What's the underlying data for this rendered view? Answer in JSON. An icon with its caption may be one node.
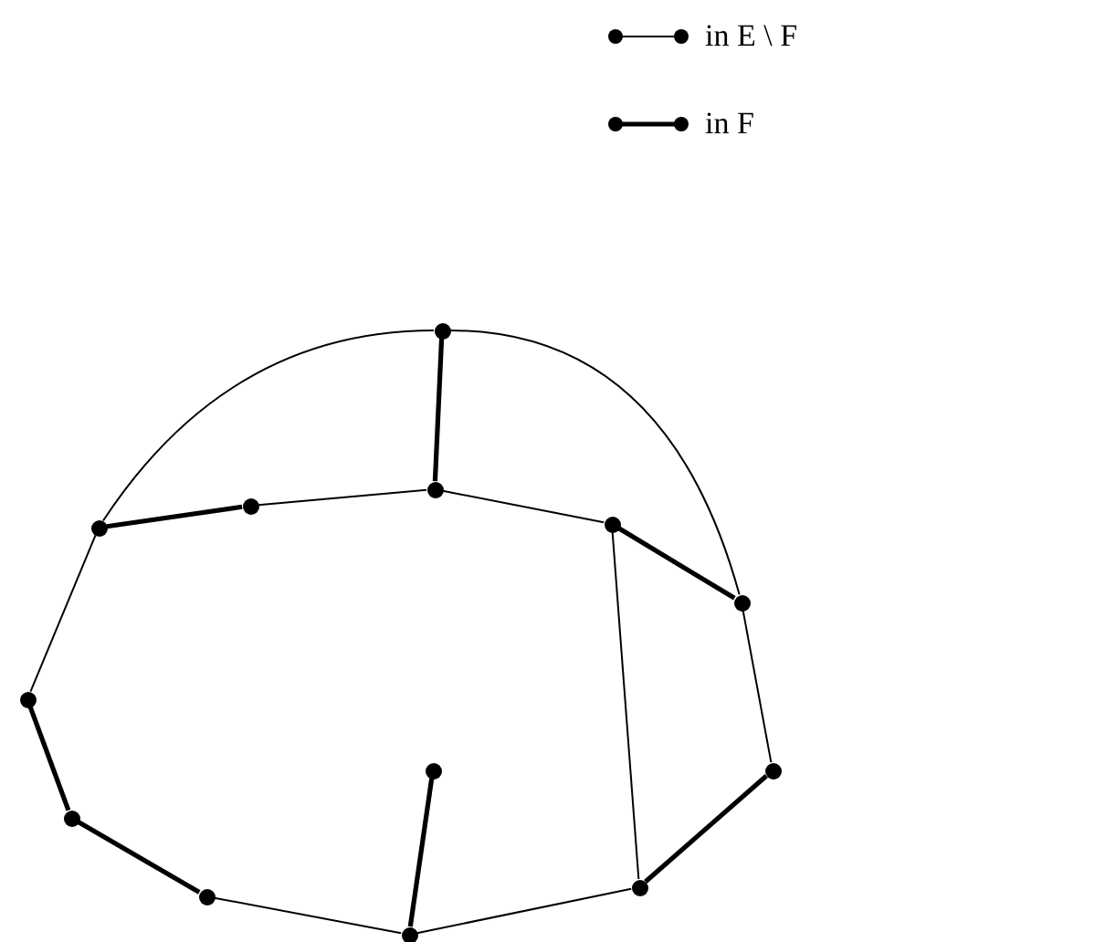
{
  "diagram": {
    "nodes": [
      {
        "text": [],
        "shape": "circle"
      },
      {
        "text": [],
        "shape": "circle"
      },
      {
        "text": [],
        "shape": "circle"
      },
      {
        "text": [],
        "shape": "circle"
      },
      {
        "text": [],
        "shape": "circle"
      },
      {
        "text": [],
        "shape": "circle"
      },
      {
        "text": [],
        "shape": "circle"
      },
      {
        "text": [],
        "shape": "circle"
      },
      {
        "text": [],
        "shape": "circle"
      },
      {
        "text": [],
        "shape": "circle"
      },
      {
        "text": [],
        "shape": "circle"
      },
      {
        "text": [],
        "shape": "circle"
      },
      {
        "text": [],
        "shape": "circle"
      }
    ],
    "edges": [
      {
        "from": 0,
        "to": 1,
        "arrow": "none",
        "style": "thick"
      },
      {
        "from": 0,
        "to": 4,
        "arrow": "none"
      },
      {
        "from": 0,
        "to": 5,
        "arrow": "none"
      },
      {
        "from": 1,
        "to": 2,
        "arrow": "none"
      },
      {
        "from": 2,
        "to": 4,
        "arrow": "none",
        "style": "thick"
      },
      {
        "from": 1,
        "to": 3,
        "arrow": "none"
      },
      {
        "from": 3,
        "to": 5,
        "arrow": "none",
        "style": "thick"
      },
      {
        "from": 3,
        "to": 10,
        "arrow": "none"
      },
      {
        "from": 4,
        "to": 6,
        "arrow": "none"
      },
      {
        "from": 6,
        "to": 9,
        "arrow": "none",
        "style": "thick"
      },
      {
        "from": 9,
        "to": 11,
        "arrow": "none",
        "style": "thick"
      },
      {
        "from": 11,
        "to": 12,
        "arrow": "none"
      },
      {
        "from": 12,
        "to": 7,
        "arrow": "none",
        "style": "thick"
      },
      {
        "from": 12,
        "to": 10,
        "arrow": "none"
      },
      {
        "from": 10,
        "to": 8,
        "arrow": "none",
        "style": "thick"
      },
      {
        "from": 8,
        "to": 5,
        "arrow": "none"
      }
    ],
    "legend": [
      {
        "text": "in E \\ F"
      },
      {
        "text": "in F"
      }
    ]
  }
}
